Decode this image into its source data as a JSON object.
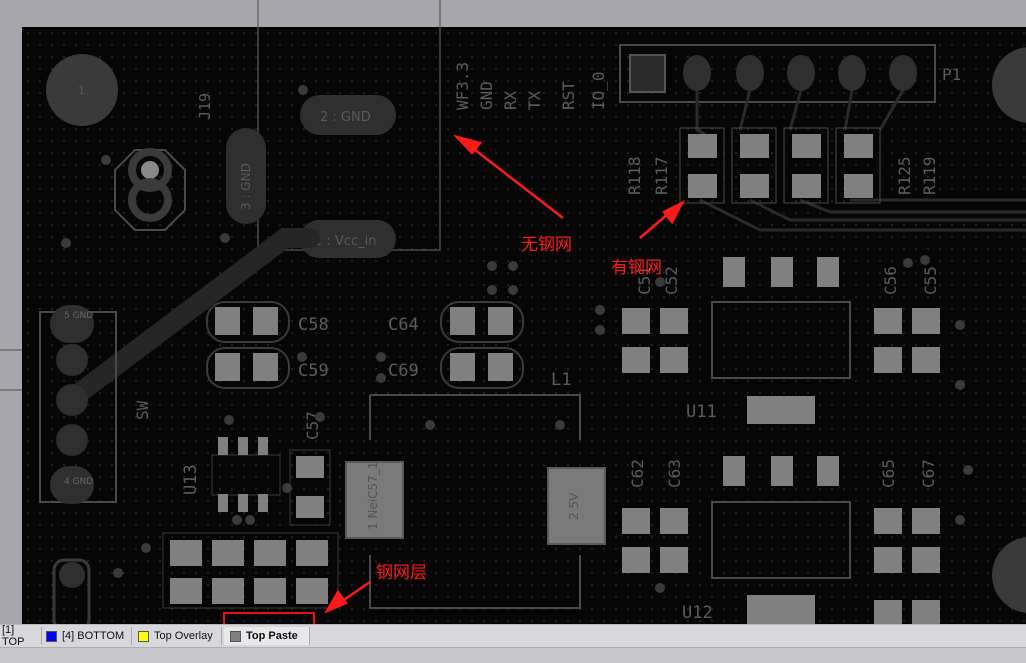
{
  "designators": {
    "j19": "J19",
    "p1": "P1",
    "r118": "R118",
    "r117": "R117",
    "r125": "R125",
    "r119": "R119",
    "c58": "C58",
    "c59": "C59",
    "c64": "C64",
    "c69": "C69",
    "c57": "C57",
    "l1": "L1",
    "u11": "U11",
    "u12": "U12",
    "u13": "U13",
    "c56": "C56",
    "c55": "C55",
    "c62": "C62",
    "c63": "C63",
    "c65": "C65",
    "c67": "C67",
    "c51": "C51",
    "c52": "C52"
  },
  "pin_labels": {
    "pad_1": "1",
    "gnd_pad": "2 : GND",
    "gnd_pad_vertical": "3 : GND",
    "vcc_pad": "1 : Vcc_in",
    "header_top": "5 GND",
    "header_bottom": "4 GND",
    "p1_pins": [
      "WF3.3",
      "GND",
      "RX",
      "TX",
      "RST",
      "IO_0"
    ],
    "inductor_left": "1 NeiC57_1",
    "inductor_right": "2 5V",
    "sw": "SW"
  },
  "annotations": {
    "no_stencil": "无钢网",
    "has_stencil": "有钢网",
    "stencil_layer": "钢网层"
  },
  "layer_tabs": [
    {
      "label": "[1] TOP",
      "color": "#cc0000"
    },
    {
      "label": "[4] BOTTOM",
      "color": "#0000ff"
    },
    {
      "label": "Top Overlay",
      "color": "#ffff00"
    },
    {
      "label": "Top Paste",
      "color": "#808080"
    }
  ],
  "colors": {
    "board": "#060606",
    "paste": "#808080",
    "copper_dark": "#2f2f2f",
    "silkscreen": "#5c5c5c",
    "annotation": "#ff1a1a"
  }
}
